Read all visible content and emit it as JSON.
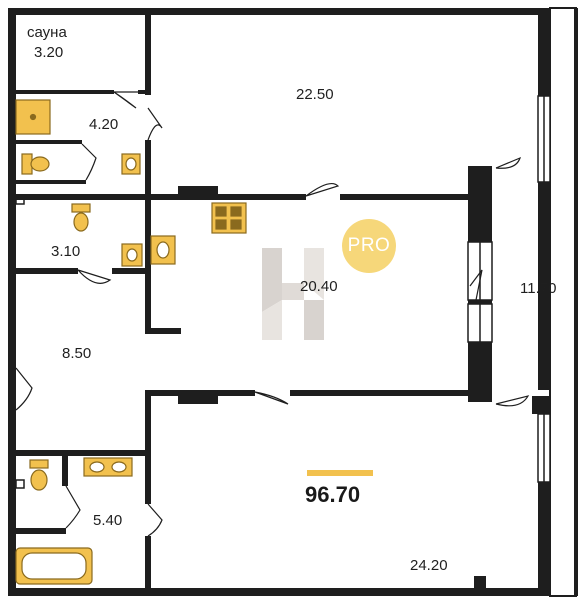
{
  "plan": {
    "total_area": "96.70",
    "badge": "PRO",
    "colors": {
      "wall": "#1e1e1e",
      "fixture": "#f2c14e",
      "fixture_stroke": "#8a6a1e",
      "badge": "#f6d77a",
      "logo": "#c9c2bb"
    },
    "rooms": [
      {
        "id": "sauna",
        "name": "сауна",
        "area": "3.20"
      },
      {
        "id": "shower",
        "area": "4.20"
      },
      {
        "id": "bedroom-top",
        "area": "22.50"
      },
      {
        "id": "wc",
        "area": "3.10"
      },
      {
        "id": "kitchen-living",
        "area": "20.40"
      },
      {
        "id": "balcony",
        "area": "11.70"
      },
      {
        "id": "hall",
        "area": "8.50"
      },
      {
        "id": "bathroom",
        "area": "5.40"
      },
      {
        "id": "bedroom-bottom",
        "area": "24.20"
      }
    ]
  }
}
